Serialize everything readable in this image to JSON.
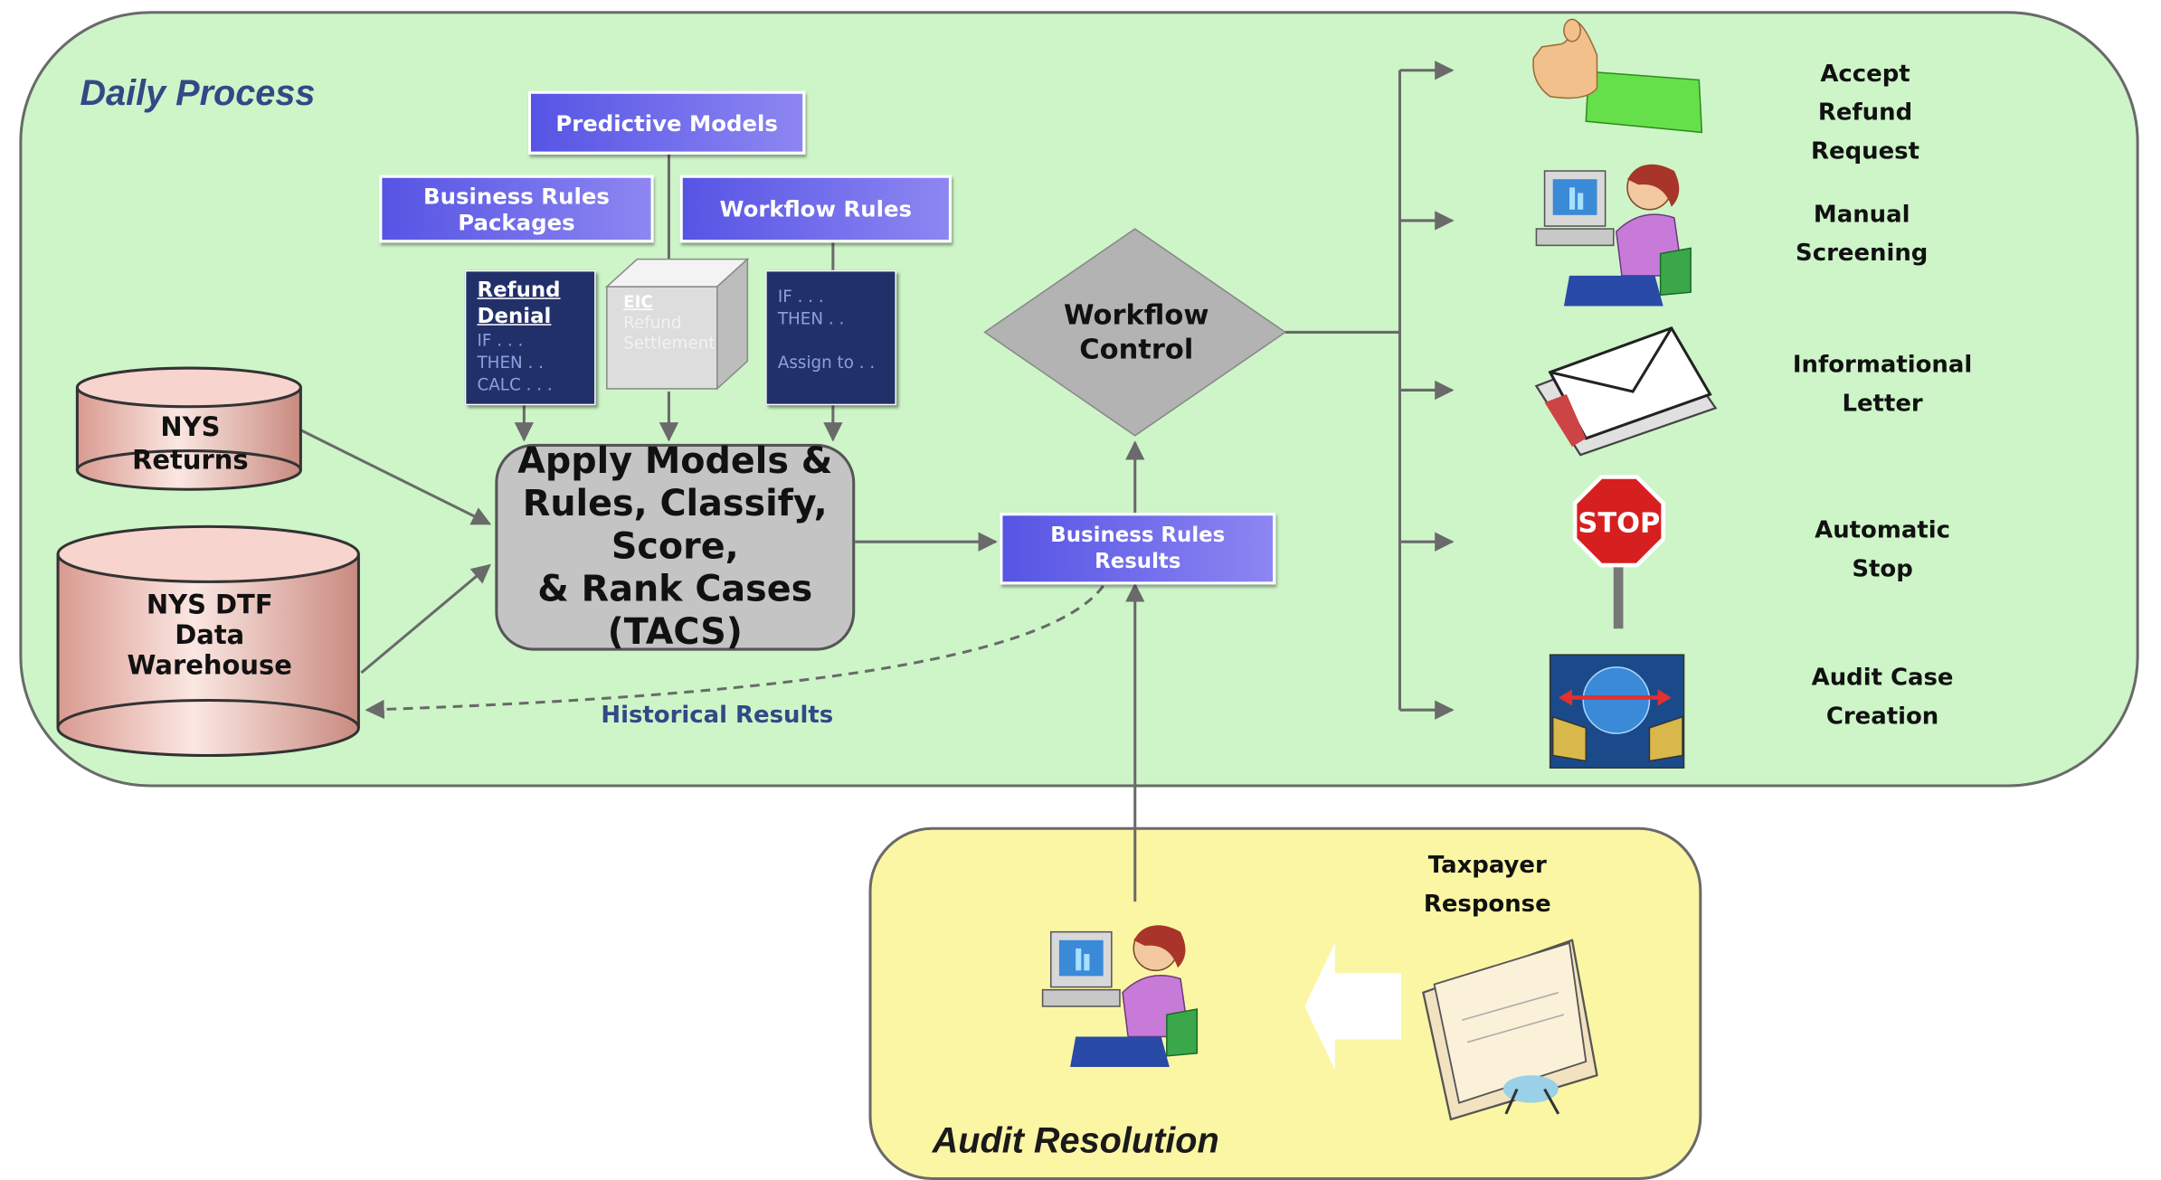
{
  "daily_title": "Daily Process",
  "audit_title": "Audit Resolution",
  "predictive_models": "Predictive Models",
  "business_rules_packages": "Business Rules\nPackages",
  "workflow_rules": "Workflow Rules",
  "refund_denial_doc": {
    "title": "Refund\nDenial",
    "body": "IF . . .\nTHEN . .\nCALC . . ."
  },
  "cube_doc": {
    "title": "EIC",
    "body": "Refund\nSettlement"
  },
  "workflow_doc": {
    "body": "IF . . .\nTHEN . .\n\nAssign to . ."
  },
  "nys_returns": "NYS\nReturns",
  "nys_dtf": "NYS DTF\nData\nWarehouse",
  "tacs": "Apply Models &\nRules, Classify,\nScore,\n& Rank Cases\n(TACS)",
  "business_rules_results": "Business Rules\nResults",
  "workflow_control": "Workflow\nControl",
  "historical_results": "Historical Results",
  "outputs": [
    {
      "label": "Accept\nRefund\nRequest",
      "icon": "thumbs-up-icon"
    },
    {
      "label": "Manual\nScreening",
      "icon": "person-at-computer-icon"
    },
    {
      "label": "Informational\nLetter",
      "icon": "envelope-icon"
    },
    {
      "label": "Automatic\nStop",
      "icon": "stop-sign-icon"
    },
    {
      "label": "Audit Case\nCreation",
      "icon": "network-computers-icon"
    }
  ],
  "taxpayer_response": "Taxpayer\nResponse",
  "colors": {
    "daily_bg": "#cdf5c8",
    "audit_bg": "#fbf6a4",
    "blue_box": "#6f6cec",
    "cylinder": "#e8b0a8"
  }
}
